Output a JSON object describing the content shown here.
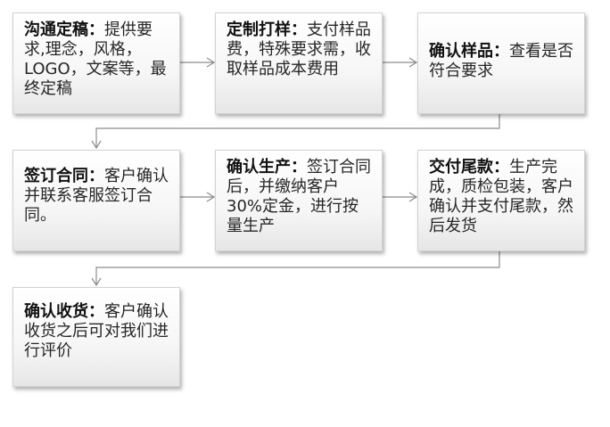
{
  "steps": [
    {
      "title": "沟通定稿：",
      "text": "提供要求,理念，风格，LOGO，文案等，最终定稿"
    },
    {
      "title": "定制打样：",
      "text": "支付样品费，特殊要求需，收取样品成本费用"
    },
    {
      "title": "确认样品：",
      "text": "查看是否符合要求"
    },
    {
      "title": "签订合同：",
      "text": "客户确认并联系客服签订合同。"
    },
    {
      "title": "确认生产：",
      "text": "签订合同后，并缴纳客户30%定金，进行按量生产"
    },
    {
      "title": "交付尾款：",
      "text": "生产完成，质检包装，客户确认并支付尾款，然后发货"
    },
    {
      "title": "确认收货：",
      "text": "客户确认收货之后可对我们进行评价"
    }
  ]
}
